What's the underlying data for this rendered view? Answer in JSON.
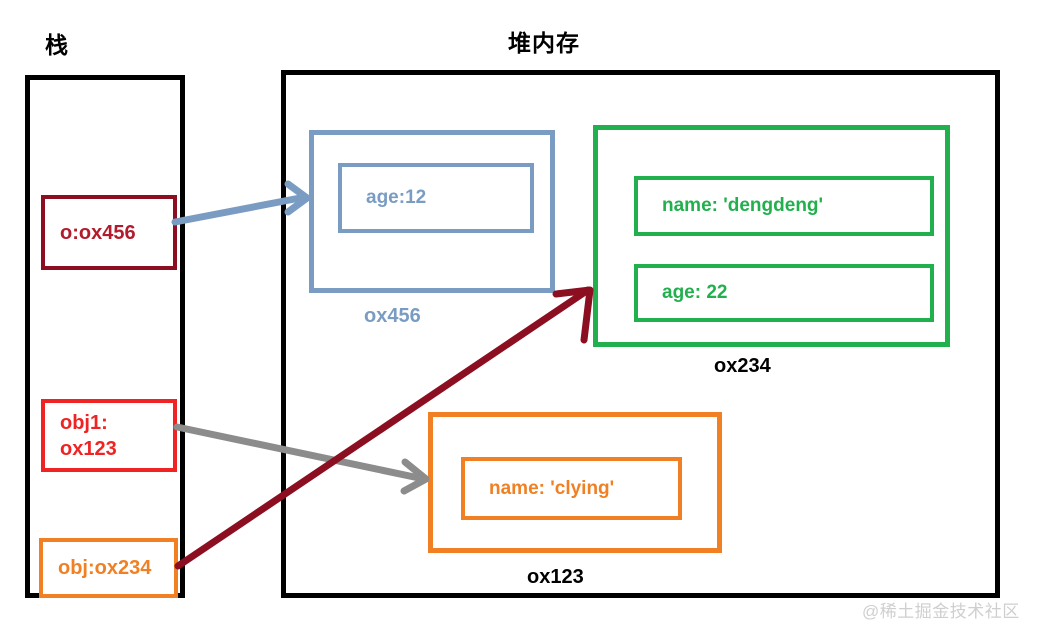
{
  "diagram": {
    "stack": {
      "title": "栈",
      "frames": [
        {
          "id": "o",
          "lines": [
            "o:ox456"
          ],
          "color": "#b31b2c",
          "border": "#8b0f21"
        },
        {
          "id": "obj1",
          "lines": [
            "obj1:",
            "ox123"
          ],
          "color": "#ef2323",
          "border": "#ef2323"
        },
        {
          "id": "obj",
          "lines": [
            "obj:ox234"
          ],
          "color": "#f08023",
          "border": "#f08023"
        }
      ]
    },
    "heap": {
      "title": "堆内存",
      "objects": [
        {
          "id": "ox456",
          "label": "ox456",
          "color": "#7a9cc2",
          "props": [
            "age:12"
          ]
        },
        {
          "id": "ox234",
          "label": "ox234",
          "color": "#22b04e",
          "props": [
            "name: 'dengdeng'",
            "age: 22"
          ]
        },
        {
          "id": "ox123",
          "label": "ox123",
          "color": "#f08023",
          "props": [
            "name: 'clying'"
          ]
        }
      ]
    },
    "arrows": [
      {
        "id": "o-to-ox456",
        "from": "o",
        "to": "ox456",
        "color": "#7a9cc2"
      },
      {
        "id": "obj1-to-ox123",
        "from": "obj1",
        "to": "ox123",
        "color": "#8c8c8c"
      },
      {
        "id": "obj-to-ox234",
        "from": "obj",
        "to": "ox234",
        "color": "#8b0f21"
      }
    ],
    "watermark": "@稀土掘金技术社区"
  }
}
